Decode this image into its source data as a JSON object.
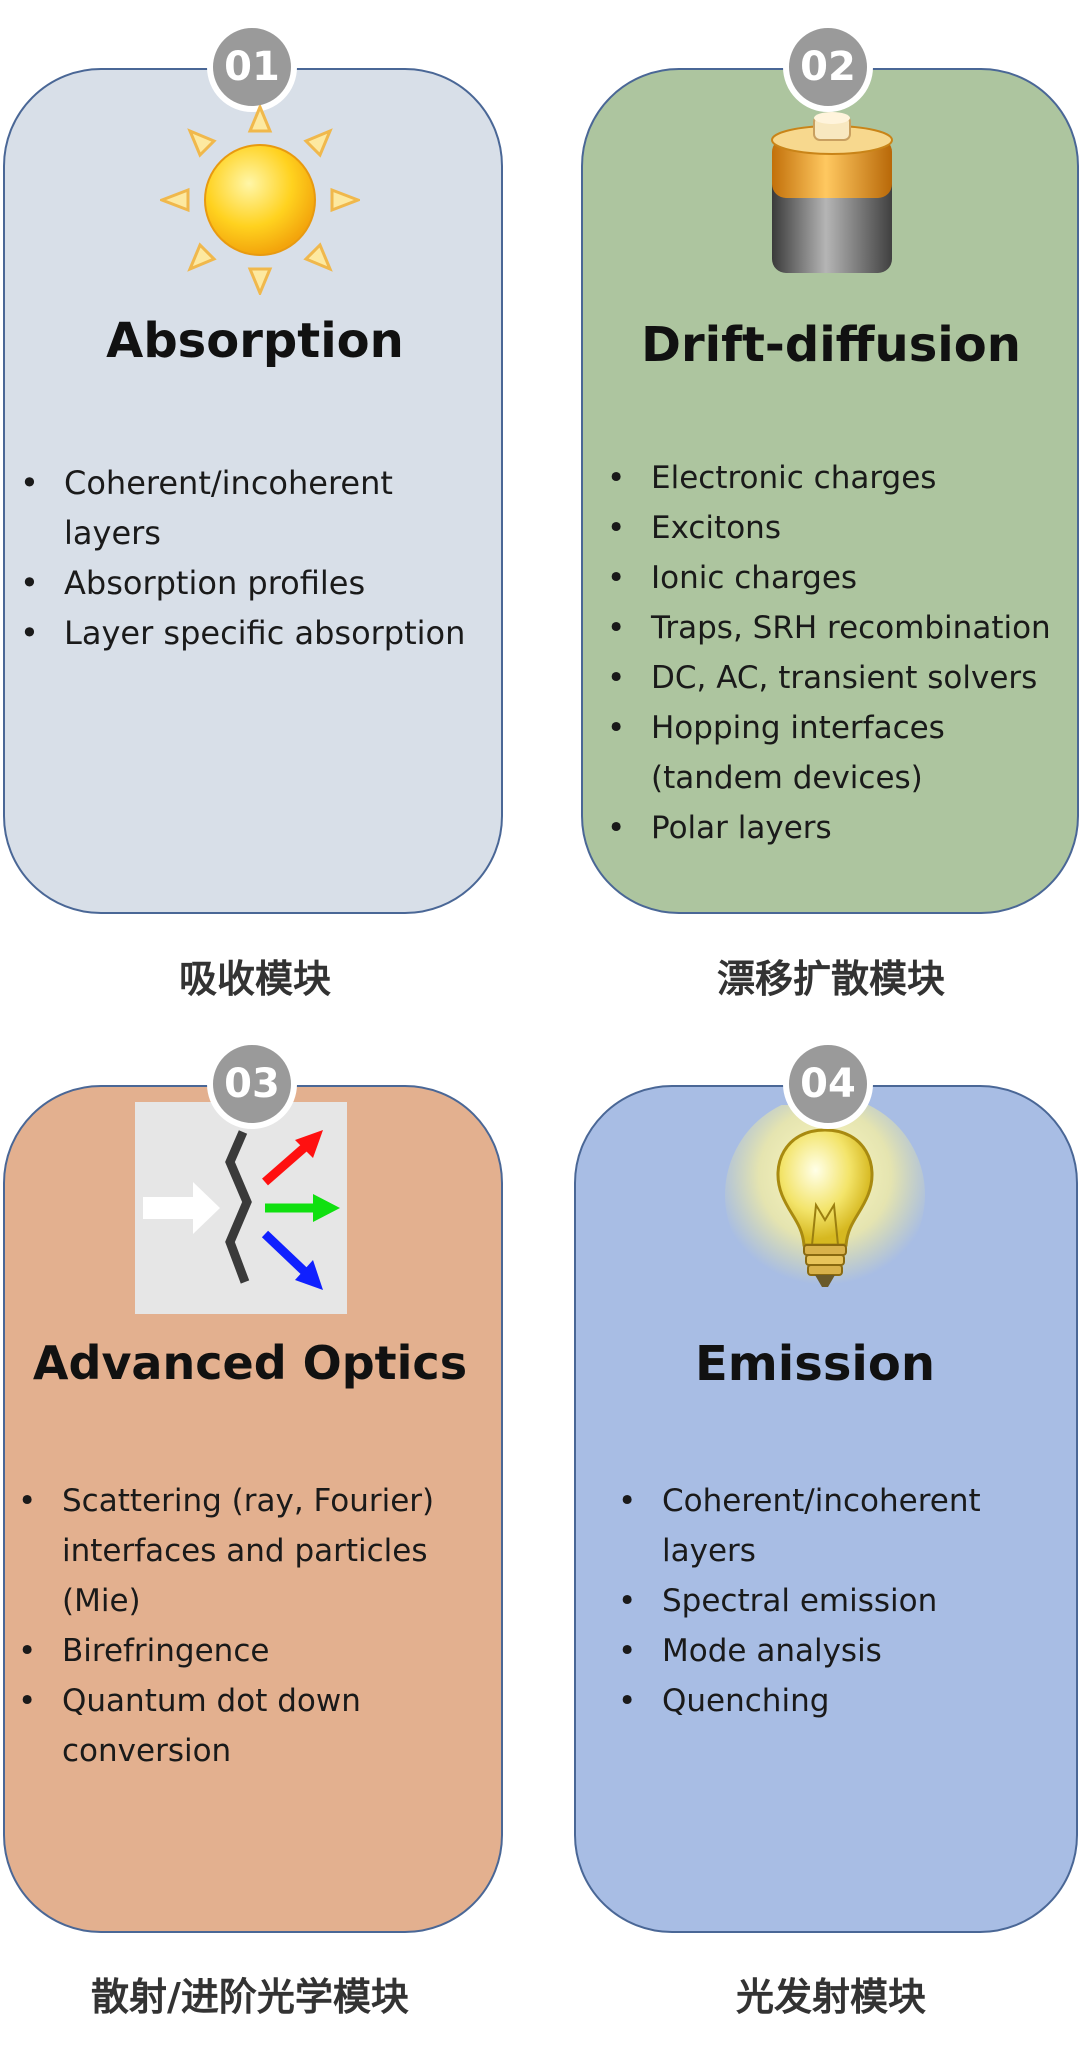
{
  "modules": [
    {
      "number": "01",
      "title": "Absorption",
      "caption": "吸收模块",
      "icon": "sun-icon",
      "bullets": [
        "Coherent/incoherent layers",
        "Absorption profiles",
        "Layer specific absorption"
      ]
    },
    {
      "number": "02",
      "title": "Drift-diffusion",
      "caption": "漂移扩散模块",
      "icon": "battery-icon",
      "bullets": [
        "Electronic charges",
        "Excitons",
        "Ionic charges",
        "Traps, SRH recombination",
        "DC, AC, transient solvers",
        "Hopping interfaces (tandem devices)",
        "Polar layers"
      ]
    },
    {
      "number": "03",
      "title": "Advanced Optics",
      "caption": "散射/进阶光学模块",
      "icon": "scattering-icon",
      "bullets": [
        "Scattering (ray, Fourier) interfaces and particles (Mie)",
        "Birefringence",
        "Quantum dot down conversion"
      ]
    },
    {
      "number": "04",
      "title": "Emission",
      "caption": "光发射模块",
      "icon": "light-bulb-icon",
      "bullets": [
        "Coherent/incoherent layers",
        "Spectral emission",
        "Mode analysis",
        "Quenching"
      ]
    }
  ],
  "colors": {
    "absorption_bg": "#d8dfe8",
    "drift_bg": "#adc59f",
    "optics_bg": "#e3b08f",
    "emission_bg": "#a8bde4",
    "border": "#4a6796",
    "badge": "#9a9a9a"
  }
}
